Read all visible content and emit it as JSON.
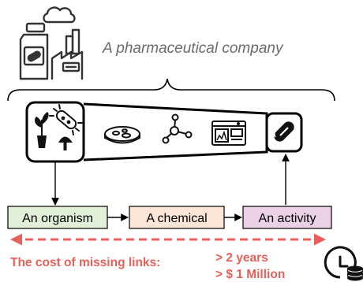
{
  "company_label": "A pharmaceutical company",
  "pipeline": {
    "organism": "An organism",
    "chemical": "A chemical",
    "activity": "An activity"
  },
  "cost": {
    "label": "The cost of missing links:",
    "years": "> 2 years",
    "money": "> $ 1 Million"
  },
  "colors": {
    "organism_fill": "#e2f0d9",
    "chemical_fill": "#fbe5d6",
    "activity_fill": "#ead1e6",
    "accent_red": "#e8605a",
    "line": "#000000"
  },
  "icons": [
    "factory-icon",
    "medicine-bottle-icon",
    "plant-icon",
    "bacteria-icon",
    "mushroom-icon",
    "petri-dish-icon",
    "molecule-icon",
    "lab-machine-icon",
    "pill-capsule-icon",
    "clock-icon",
    "coins-icon"
  ]
}
